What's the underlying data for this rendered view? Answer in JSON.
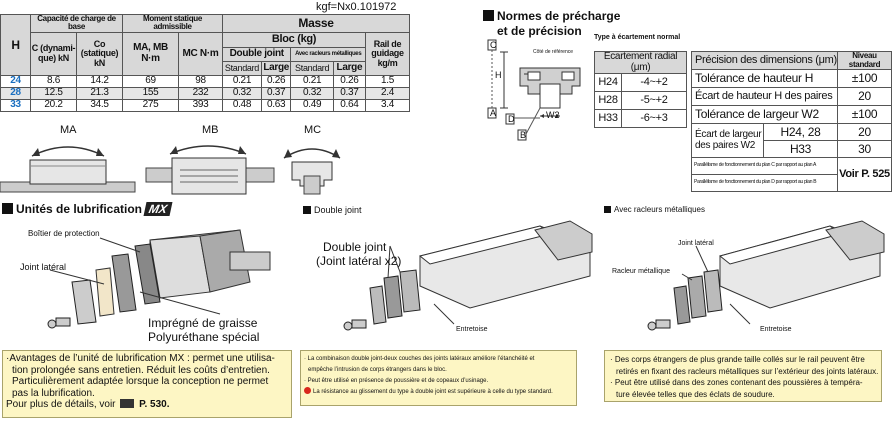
{
  "units": "kgf=Nx0.101972",
  "main_table": {
    "h_label": "H",
    "capacity_group": "Capacité de charge de base",
    "moment_group": "Moment statique admissible",
    "masse_group": "Masse",
    "bloc_group": "Bloc (kg)",
    "c_label": "C (dynami-que) kN",
    "co_label": "Co (statique) kN",
    "ma_label": "MA, MB N·m",
    "mc_label": "MC N·m",
    "double_joint": "Double joint",
    "racleurs": "Avec racleurs métalliques",
    "rail_label": "Rail de guidage kg/m",
    "standard": "Standard",
    "large": "Large",
    "rows": [
      {
        "h": "24",
        "c": "8.6",
        "co": "14.2",
        "ma": "69",
        "mc": "98",
        "ds": "0.21",
        "dl": "0.26",
        "rs": "0.21",
        "rl": "0.26",
        "rail": "1.5"
      },
      {
        "h": "28",
        "c": "12.5",
        "co": "21.3",
        "ma": "155",
        "mc": "232",
        "ds": "0.32",
        "dl": "0.37",
        "rs": "0.32",
        "rl": "0.37",
        "rail": "2.4"
      },
      {
        "h": "33",
        "c": "20.2",
        "co": "34.5",
        "ma": "275",
        "mc": "393",
        "ds": "0.48",
        "dl": "0.63",
        "rs": "0.49",
        "rl": "0.64",
        "rail": "3.4"
      }
    ]
  },
  "moments": {
    "ma": "MA",
    "mb": "MB",
    "mc": "MC"
  },
  "preload": {
    "title_line1": "Normes de précharge",
    "title_line2": "et de précision",
    "type_note": "Type à écartement normal",
    "reference_side": "Côté de référence",
    "col_header": "Ecartement radial (μm)",
    "rows": [
      {
        "h": "H24",
        "v": "-4~+2"
      },
      {
        "h": "H28",
        "v": "-5~+2"
      },
      {
        "h": "H33",
        "v": "-6~+3"
      }
    ],
    "labels": {
      "c": "C",
      "d": "D",
      "a": "A",
      "b": "B",
      "h": "H",
      "w2": "W2"
    }
  },
  "precision": {
    "col1": "Précision des dimensions (μm)",
    "col2": "Niveau standard",
    "r1": "Tolérance de hauteur H",
    "r1v": "±100",
    "r2": "Écart de hauteur H des paires",
    "r2v": "20",
    "r3": "Tolérance de largeur W2",
    "r3v": "±100",
    "r4": "Écart de largeur des paires W2",
    "r4a": "H24, 28",
    "r4av": "20",
    "r4b": "H33",
    "r4bv": "30",
    "p1": "Parallélisme de fonctionnement du plan C par rapport au plan A",
    "p2": "Parallélisme de fonctionnement du plan D par rapport au plan B",
    "voir": "Voir P. 525"
  },
  "sections": {
    "lub_title": "Unités de lubrification",
    "lub_badge": "MX",
    "dj_title": "Double joint",
    "rm_title": "Avec racleurs métalliques"
  },
  "callouts": {
    "boitier": "Boîtier de protection",
    "joint_lateral": "Joint latéral",
    "impregne1": "Imprégné de graisse",
    "impregne2": "Polyuréthane spécial",
    "double_joint1": "Double joint",
    "double_joint2": "(Joint latéral x2)",
    "entretoise": "Entretoise",
    "joint_lateral2": "Joint latéral",
    "racleur": "Racleur métallique",
    "entretoise2": "Entretoise"
  },
  "notes": {
    "mx": [
      "·Avantages de l’unité de lubrification MX : permet une utilisa-",
      "tion prolongée sans entretien. Réduit les coûts d’entretien.",
      "Particulièrement adaptée lorsque la conception ne permet",
      "pas la lubrification.",
      "Pour plus de détails, voir",
      "P. 530."
    ],
    "dj": [
      "· La combinaison double joint-deux couches des joints latéraux améliore l’étanchéité et",
      "empêche l’intrusion de corps étrangers dans le bloc.",
      "· Peut être utilisé en présence de poussière et de copeaux d’usinage.",
      "La résistance au glissement du type à double joint est supérieure à celle du type standard."
    ],
    "rm": [
      "· Des corps étrangers de plus grande taille collés sur le rail peuvent être",
      "retirés en fixant des racleurs métalliques sur l’extérieur des joints latéraux.",
      "· Peut être utilisé dans des zones contenant des poussières à tempéra-",
      "ture élevée telles que des éclats de soudure."
    ]
  },
  "colors": {
    "accent_blue": "#1a6fc0",
    "header_gray": "#d8d8d8",
    "note_bg": "#fdf6c4"
  }
}
